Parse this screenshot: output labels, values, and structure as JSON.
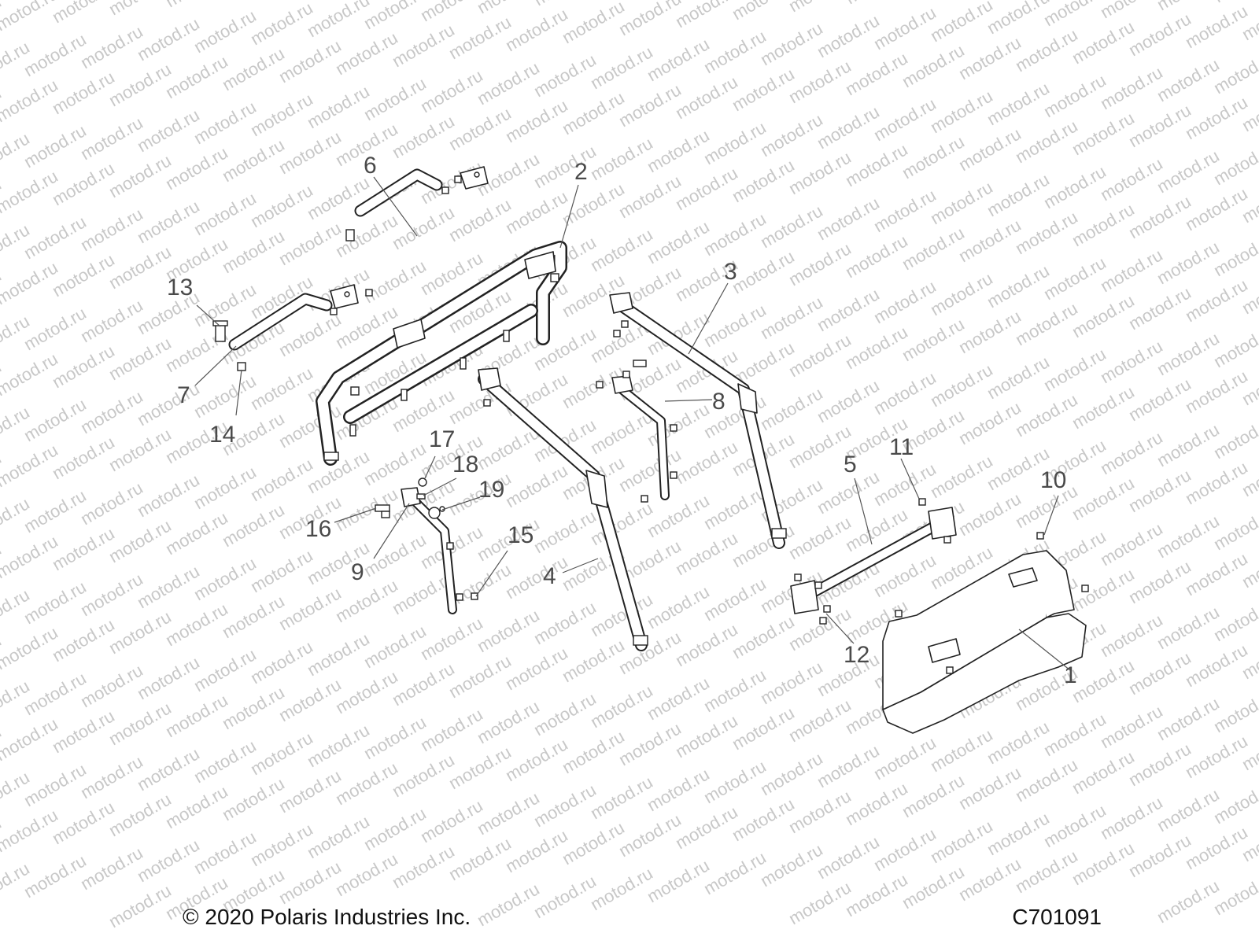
{
  "watermark": "motod.ru",
  "footer": {
    "copyright": "© 2020 Polaris Industries Inc.",
    "drawing_code": "C701091"
  },
  "callouts": [
    {
      "id": "1",
      "label": "1"
    },
    {
      "id": "2",
      "label": "2"
    },
    {
      "id": "3",
      "label": "3"
    },
    {
      "id": "4",
      "label": "4"
    },
    {
      "id": "5",
      "label": "5"
    },
    {
      "id": "6",
      "label": "6"
    },
    {
      "id": "7",
      "label": "7"
    },
    {
      "id": "8",
      "label": "8"
    },
    {
      "id": "9",
      "label": "9"
    },
    {
      "id": "10",
      "label": "10"
    },
    {
      "id": "11",
      "label": "11"
    },
    {
      "id": "12",
      "label": "12"
    },
    {
      "id": "13",
      "label": "13"
    },
    {
      "id": "14",
      "label": "14"
    },
    {
      "id": "15",
      "label": "15"
    },
    {
      "id": "16",
      "label": "16"
    },
    {
      "id": "17",
      "label": "17"
    },
    {
      "id": "18",
      "label": "18"
    },
    {
      "id": "19",
      "label": "19"
    }
  ]
}
